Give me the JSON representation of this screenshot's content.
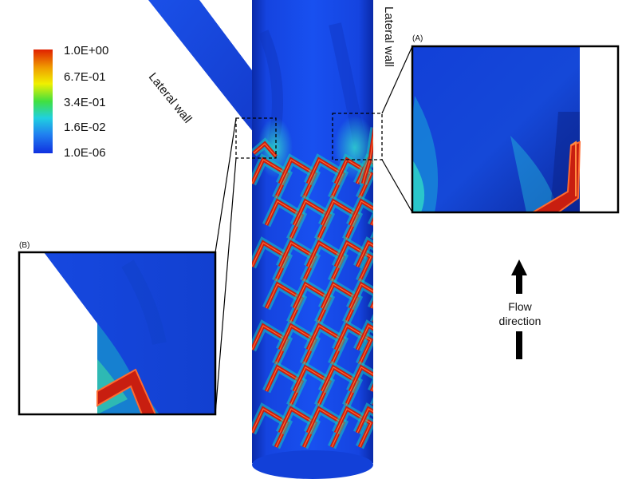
{
  "legend": {
    "ticks": [
      "1.0E+00",
      "6.7E-01",
      "3.4E-01",
      "1.6E-02",
      "1.0E-06"
    ],
    "colors": [
      "#e02000",
      "#f0a000",
      "#f0f000",
      "#40e040",
      "#20d0e0",
      "#2080f0",
      "#1030e0"
    ]
  },
  "labels": {
    "lateral_wall_left": "Lateral wall",
    "lateral_wall_right": "Lateral wall",
    "inset_a": "(A)",
    "inset_b": "(B)",
    "flow_line1": "Flow",
    "flow_line2": "direction"
  },
  "colors": {
    "vessel": "#1040e0",
    "vessel_dark": "#0a2aa8",
    "strut_red": "#c81e10",
    "strut_edge": "#ff6a30",
    "halo": "#18c8c0",
    "frame": "#000000"
  }
}
